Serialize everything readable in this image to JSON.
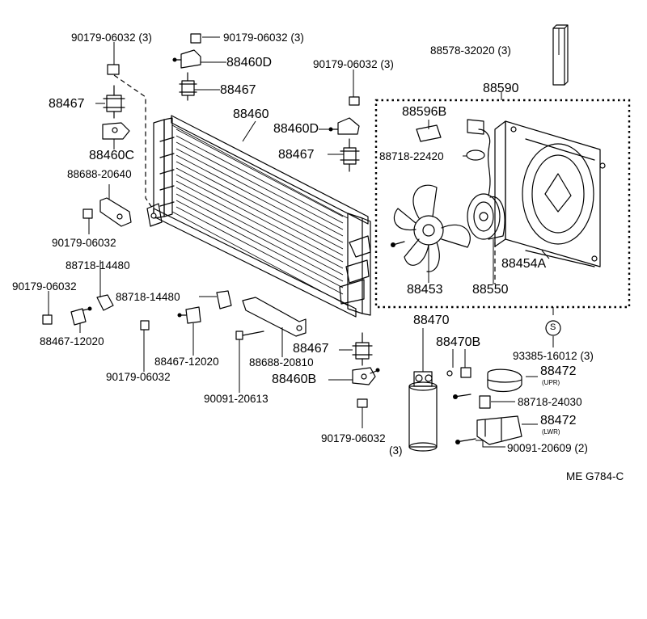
{
  "labels": {
    "p90179_top_left": "90179-06032 (3)",
    "p90179_top_center": "90179-06032 (3)",
    "p88460D_top": "88460D",
    "p88467_top": "88467",
    "p90179_top_right": "90179-06032 (3)",
    "p88578": "88578-32020 (3)",
    "p88467_left": "88467",
    "p88460": "88460",
    "p88590": "88590",
    "p88596B": "88596B",
    "p88460D_mid": "88460D",
    "p88460C": "88460C",
    "p88467_mid": "88467",
    "p88718_22420": "88718-22420",
    "p88688_20640": "88688-20640",
    "p90179_left_mid": "90179-06032",
    "p88718_14480_a": "88718-14480",
    "p90179_far_left": "90179-06032",
    "p88718_14480_b": "88718-14480",
    "p88454A": "88454A",
    "p88453": "88453",
    "p88550": "88550",
    "p88470": "88470",
    "p88467_12020_a": "88467-12020",
    "p93385": "93385-16012 (3)",
    "p88467_low": "88467",
    "p88470B": "88470B",
    "p90179_bottom_left": "90179-06032",
    "p88467_12020_b": "88467-12020",
    "p88688_20810": "88688-20810",
    "p88472_upr": "88472",
    "upr_note": "(UPR)",
    "p88460B": "88460B",
    "p90091_20613": "90091-20613",
    "p88718_24030": "88718-24030",
    "p88472_lwr": "88472",
    "lwr_note": "(LWR)",
    "p90179_bottom": "90179-06032",
    "qty_3": "(3)",
    "p90091_20609": "90091-20609 (2)",
    "symbol_s": "S",
    "drawing_code": "ME G784-C"
  }
}
